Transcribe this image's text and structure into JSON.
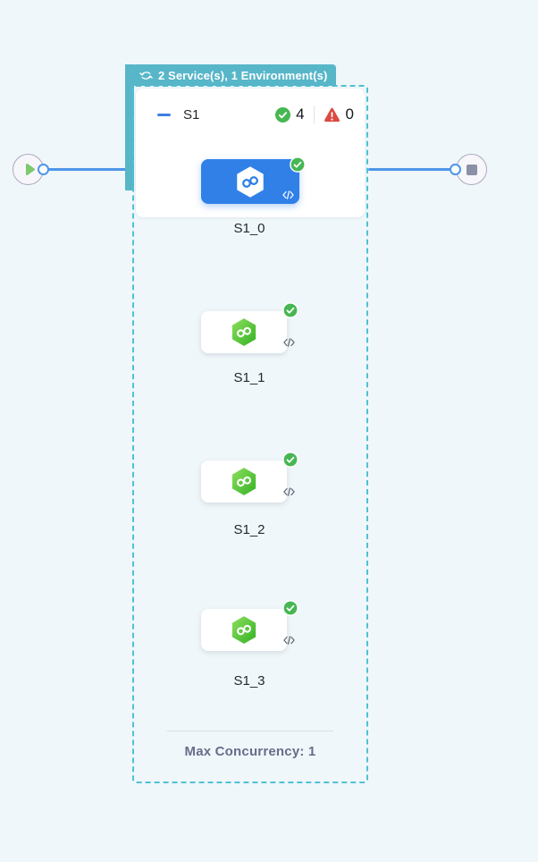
{
  "badge": {
    "label": "2 Service(s), 1 Environment(s)",
    "icon": "loop-icon"
  },
  "stage_header": {
    "name": "S1",
    "collapse_icon": "minus-collapse-icon",
    "success_count": "4",
    "error_count": "0"
  },
  "nodes": [
    {
      "label": "S1_0",
      "status": "success",
      "selected": true
    },
    {
      "label": "S1_1",
      "status": "success",
      "selected": false
    },
    {
      "label": "S1_2",
      "status": "success",
      "selected": false
    },
    {
      "label": "S1_3",
      "status": "success",
      "selected": false
    }
  ],
  "footer": {
    "max_concurrency_label": "Max Concurrency: 1"
  },
  "icons": {
    "start": "play-icon",
    "end": "stop-icon",
    "node_status": "success-check-icon",
    "node_type": "service-hexagon-infinity-icon",
    "node_corner": "code-icon",
    "stage_error": "warning-triangle-icon"
  },
  "colors": {
    "canvas_background": "#EFF7FA",
    "accent_teal": "#57B6C8",
    "dashed_border_teal": "#4EC1D5",
    "selected_node_blue": "#3080E8",
    "edge_blue": "#4D95E9",
    "success_green": "#46B753",
    "hexagon_green": "#4CC035",
    "error_red": "#DC4A41",
    "footer_text": "#696D8B"
  }
}
